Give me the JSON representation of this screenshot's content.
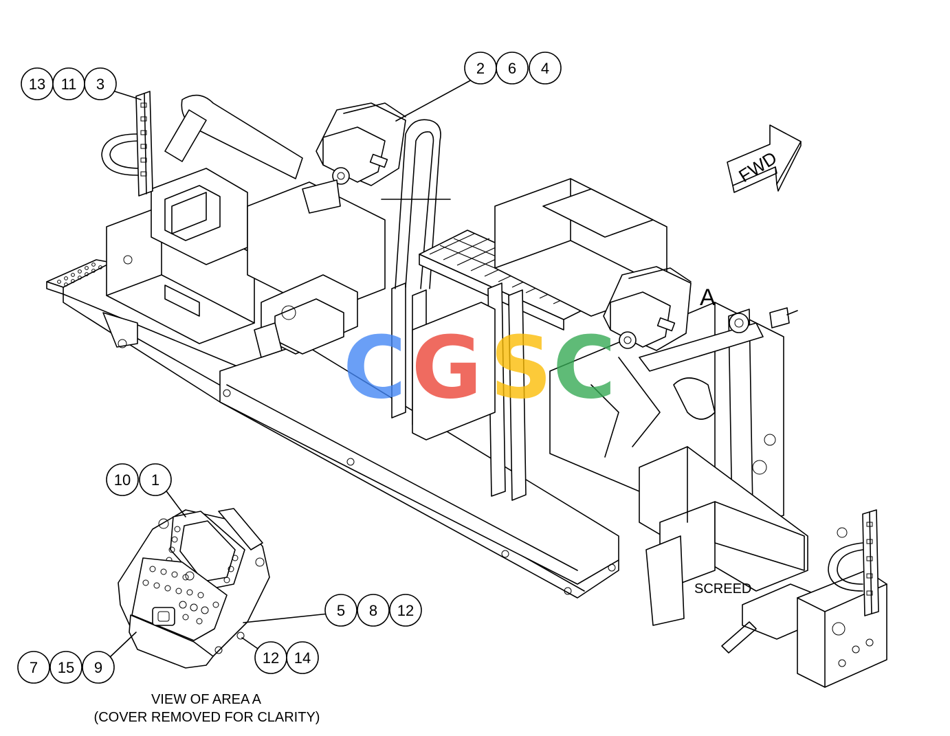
{
  "callouts": {
    "g1": [
      "13",
      "11",
      "3"
    ],
    "g2": [
      "2",
      "6",
      "4"
    ],
    "g3": [
      "10",
      "1"
    ],
    "g4": [
      "5",
      "8",
      "12"
    ],
    "g5": [
      "12",
      "14"
    ],
    "g6": [
      "7",
      "15",
      "9"
    ]
  },
  "labels": {
    "fwd": "FWD",
    "area_marker": "A",
    "screed": "SCREED",
    "view_title": "VIEW OF AREA  A",
    "view_note": "(COVER REMOVED FOR CLARITY)"
  },
  "watermark": {
    "letters": [
      "C",
      "G",
      "S",
      "C"
    ],
    "colors": [
      "#4285F4",
      "#EA4335",
      "#FBBC05",
      "#34A853"
    ]
  }
}
